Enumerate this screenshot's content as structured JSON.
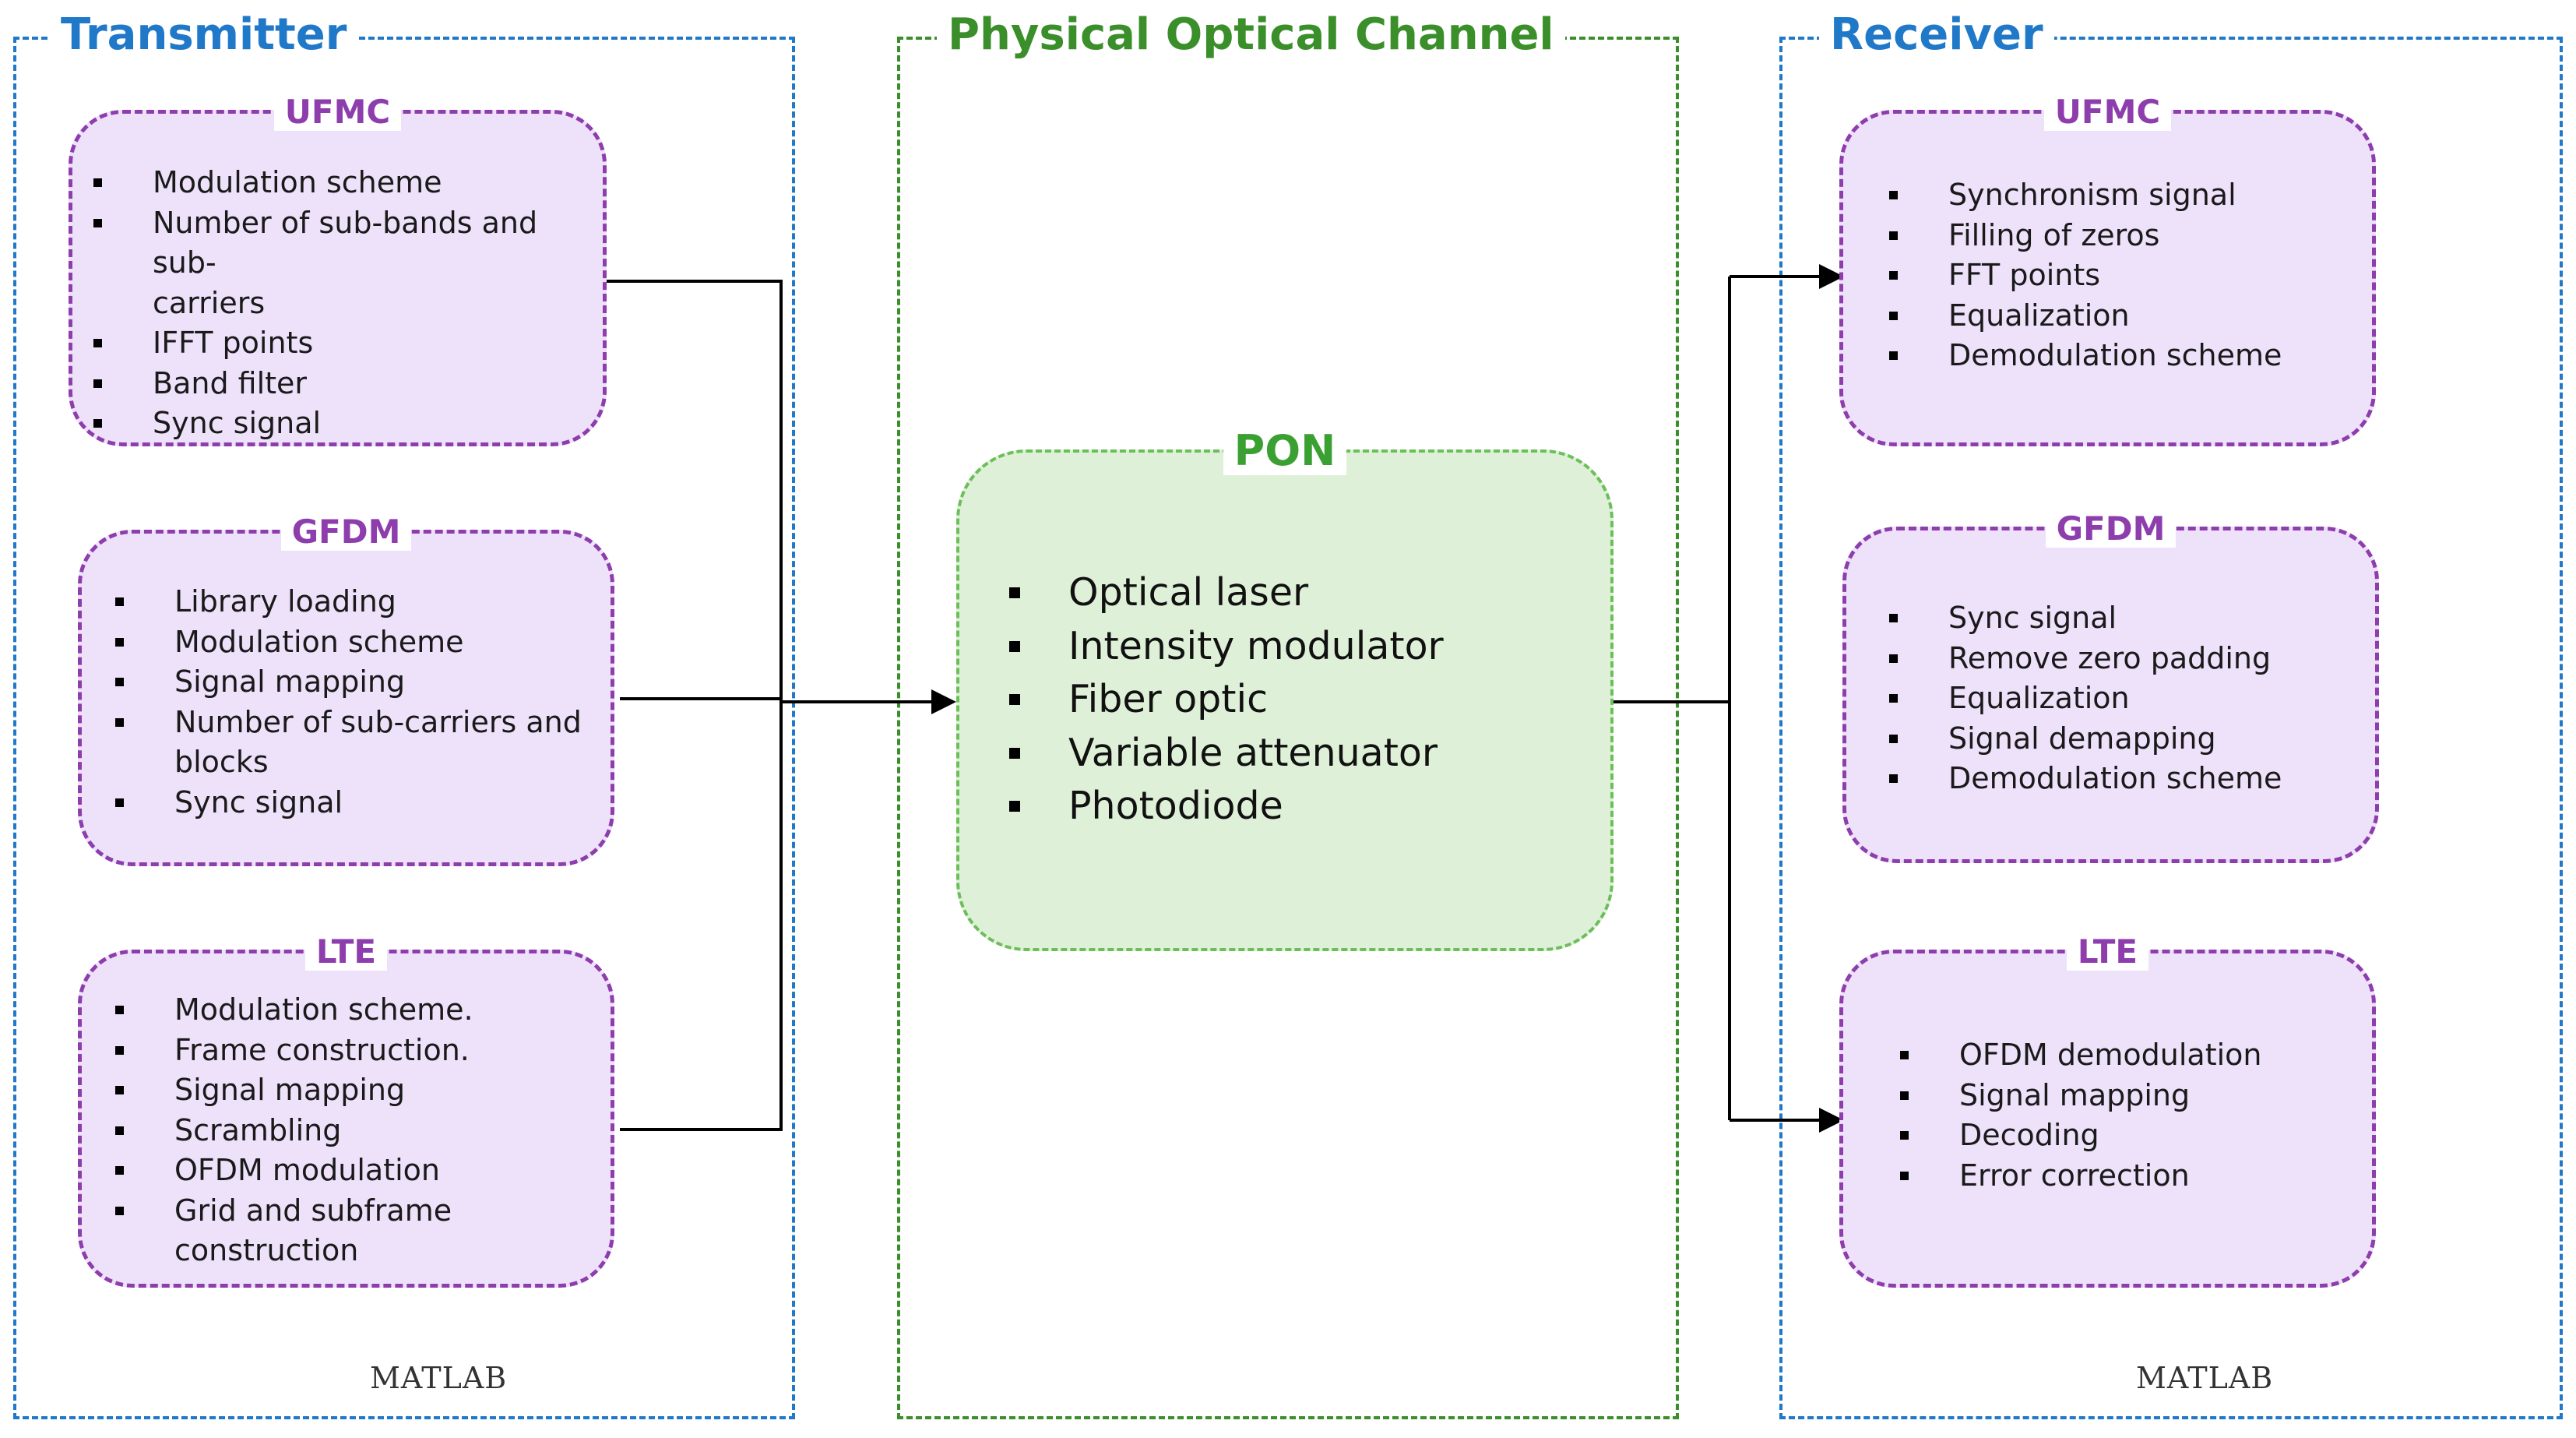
{
  "transmitter": {
    "title": "Transmitter",
    "matlab": "MATLAB",
    "ufmc": {
      "title": "UFMC",
      "items": [
        "Modulation scheme",
        "Number of sub-bands and sub-",
        "carriers",
        "IFFT points",
        "Band filter",
        "Sync signal"
      ]
    },
    "gfdm": {
      "title": "GFDM",
      "items": [
        "Library loading",
        "Modulation scheme",
        "Signal mapping",
        "Number of sub-carriers and",
        "blocks",
        "Sync signal"
      ]
    },
    "lte": {
      "title": "LTE",
      "items": [
        "Modulation scheme.",
        "Frame construction.",
        "Signal mapping",
        "Scrambling",
        "OFDM modulation",
        "Grid and subframe",
        "construction"
      ]
    }
  },
  "channel": {
    "title": "Physical Optical Channel",
    "pon": {
      "title": "PON",
      "items": [
        "Optical laser",
        "Intensity modulator",
        "Fiber optic",
        "Variable attenuator",
        "Photodiode"
      ]
    }
  },
  "receiver": {
    "title": "Receiver",
    "matlab": "MATLAB",
    "ufmc": {
      "title": "UFMC",
      "items": [
        "Synchronism signal",
        "Filling of zeros",
        "FFT points",
        "Equalization",
        "Demodulation scheme"
      ]
    },
    "gfdm": {
      "title": "GFDM",
      "items": [
        "Sync signal",
        "Remove zero padding",
        "Equalization",
        "Signal demapping",
        "Demodulation scheme"
      ]
    },
    "lte": {
      "title": "LTE",
      "items": [
        "OFDM demodulation",
        "Signal mapping",
        "Decoding",
        "Error correction"
      ]
    }
  },
  "colors": {
    "section_blue": "#1f78c8",
    "section_green": "#3a8f2a",
    "box_purple": "#8e3dad",
    "box_fill": "#eee2fb",
    "pon_fill": "#dff0d8"
  }
}
